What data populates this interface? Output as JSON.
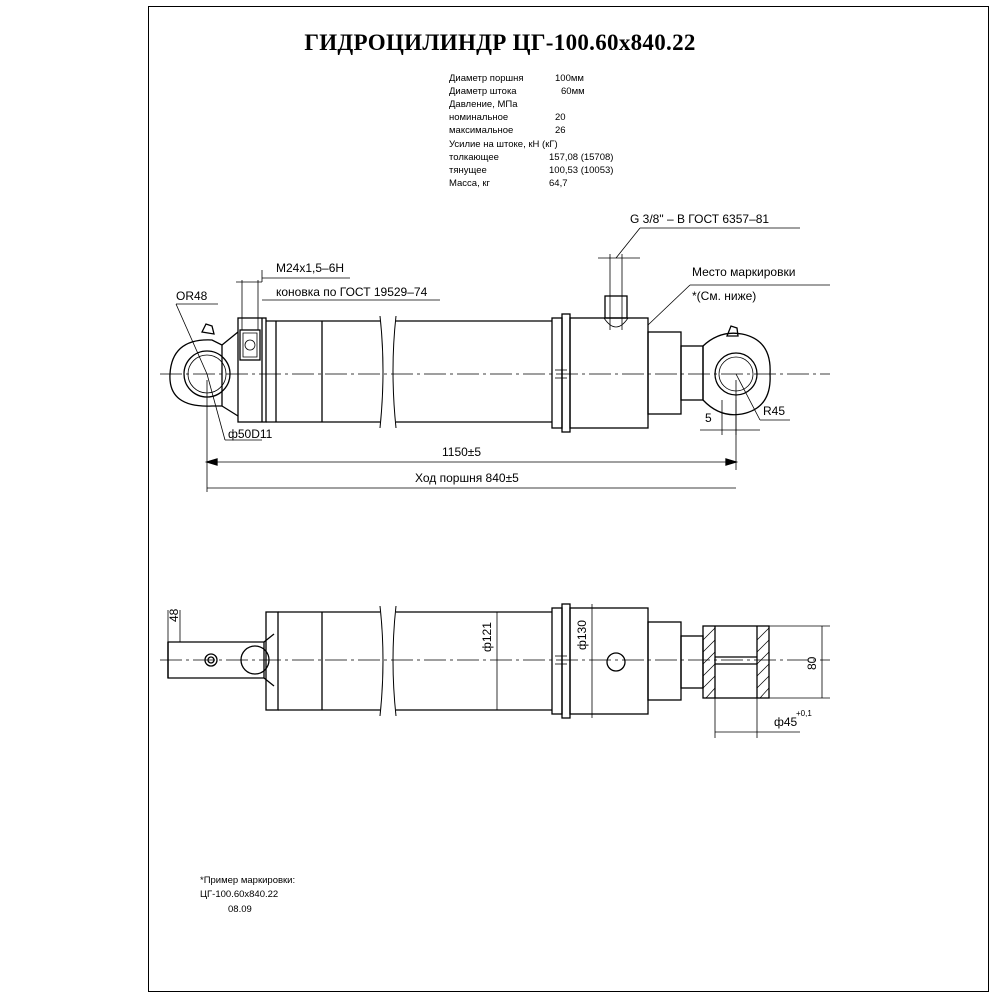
{
  "title": "ГИДРОЦИЛИНДР ЦГ-100.60х840.22",
  "specs": [
    {
      "label": "Диаметр поршня",
      "value": "100мм"
    },
    {
      "label": "Диаметр штока",
      "value": "60мм"
    },
    {
      "label": "Давление, МПа",
      "value": ""
    },
    {
      "label": "номинальное",
      "value": "20"
    },
    {
      "label": "максимальное",
      "value": "26"
    },
    {
      "label": "Усилие на штоке, кН (кГ)",
      "value": ""
    },
    {
      "label": "толкающее",
      "value": "157,08 (15708)"
    },
    {
      "label": "тянущее",
      "value": "100,53 (10053)"
    },
    {
      "label": "Масса, кг",
      "value": "64,7"
    }
  ],
  "annotations": {
    "port_thread": "G 3/8\" – B ГОСТ 6357–81",
    "marking_place": "Место маркировки",
    "marking_ref": "*(См. ниже)",
    "fitting_thread": "M24x1,5–6H",
    "fitting_std": "коновка по ГОСТ 19529–74",
    "radius_left": "OR48",
    "radius_right": "R45",
    "pin_diameter": "ф50D11",
    "offset_5": "5",
    "length_total": "1150±5",
    "stroke": "Ход поршня 840±5",
    "width_48": "48",
    "dia_121": "ф121",
    "dia_130": "ф130",
    "height_80": "80",
    "bore_45": "ф45",
    "bore_45_tol": "+0,1"
  },
  "marking_example": {
    "heading": "*Пример маркировки:",
    "line1": "ЦГ-100.60х840.22",
    "line2": "08.09"
  }
}
